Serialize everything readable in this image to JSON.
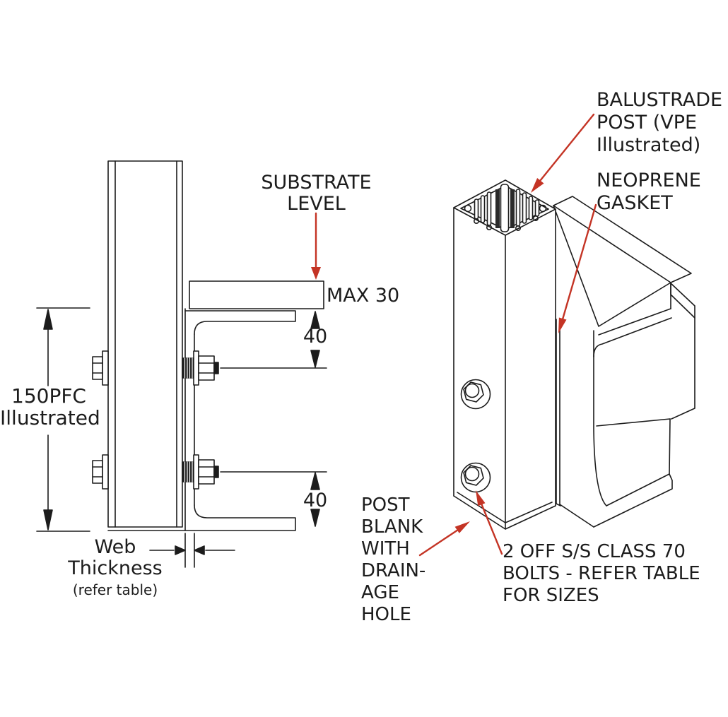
{
  "drawing_type": "balustrade post fixing detail - side elevation and isometric view",
  "colors": {
    "line": "#1c1c1c",
    "leader_arrow_red": "#c43425",
    "background": "#ffffff"
  },
  "left_view": {
    "labels": {
      "substrate_level": "SUBSTRATE\nLEVEL",
      "max_offset": "MAX 30",
      "dim_top_40": "40",
      "dim_bottom_40": "40",
      "channel_size": "150PFC\nIllustrated",
      "web_thickness": "Web\nThickness",
      "web_thickness_note": "(refer table)"
    }
  },
  "iso_view": {
    "labels": {
      "balustrade_post": "BALUSTRADE\nPOST (VPE\nIllustrated)",
      "neoprene_gasket": "NEOPRENE\nGASKET",
      "post_blank": "POST\nBLANK\nWITH\nDRAIN-\nAGE\nHOLE",
      "bolts_note": "2 OFF S/S CLASS 70\nBOLTS - REFER TABLE\nFOR SIZES"
    }
  }
}
